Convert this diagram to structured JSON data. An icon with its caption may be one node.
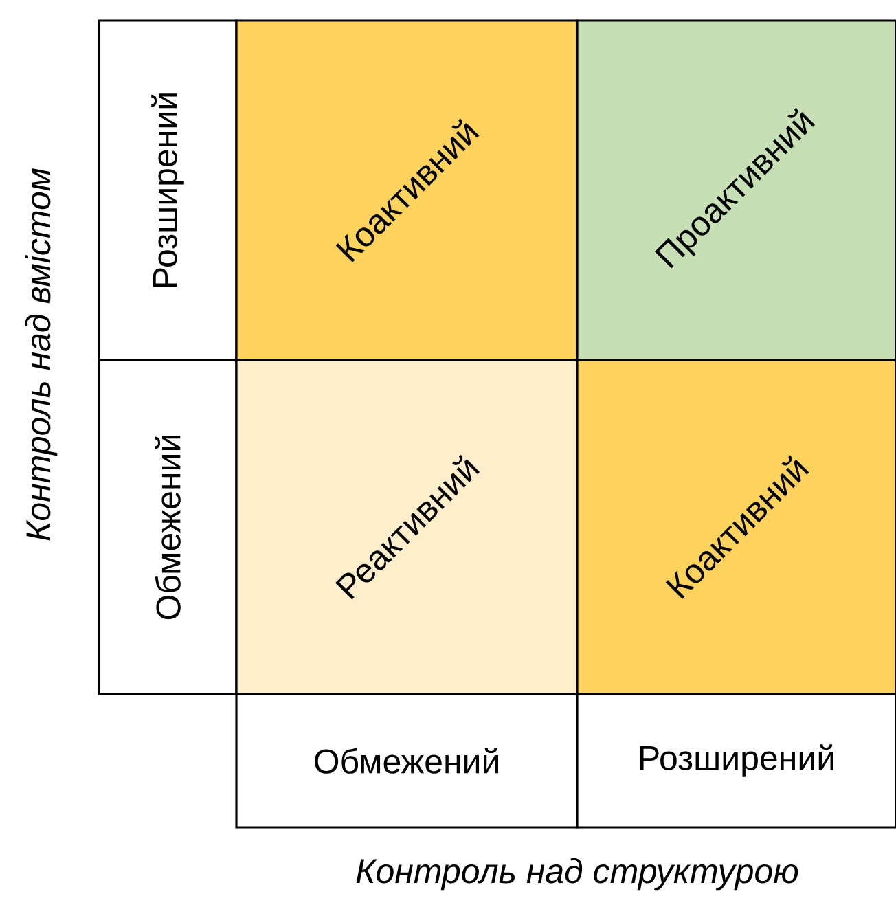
{
  "diagram": {
    "nodes": [
      {
        "text": [
          "Розширений"
        ]
      },
      {
        "text": [
          "Коактивний"
        ]
      },
      {
        "text": [
          "Проактивний"
        ]
      },
      {
        "text": [
          "Обмежений"
        ]
      },
      {
        "text": [
          "Реактивний"
        ]
      },
      {
        "text": [
          "Коактивний"
        ]
      },
      {
        "text": [
          "Обмежений"
        ]
      },
      {
        "text": [
          "Розширений"
        ]
      }
    ],
    "edges": [],
    "labels": [
      "Контроль над вмістом",
      "Контроль над структурою"
    ]
  }
}
